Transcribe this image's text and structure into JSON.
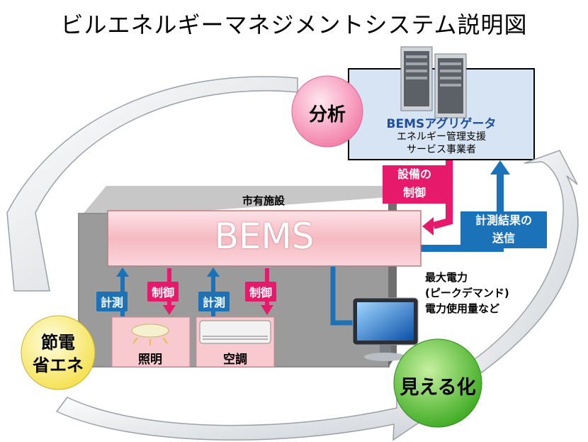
{
  "title": "ビルエネルギーマネジメントシステム説明図",
  "facility": {
    "label": "市有施設"
  },
  "bems": {
    "label": "BEMS"
  },
  "aggregator": {
    "name": "BEMSアグリゲータ",
    "desc_line1": "エネルギー管理支援",
    "desc_line2": "サービス事業者"
  },
  "circles": {
    "analysis": "分析",
    "saving_line1": "節電",
    "saving_line2": "省エネ",
    "visualize": "見える化"
  },
  "arrows": {
    "control_line1": "設備の",
    "control_line2": "制御",
    "send_line1": "計測結果の",
    "send_line2": "送信"
  },
  "devices": {
    "lighting": {
      "label": "照明",
      "measure": "計測",
      "control": "制御"
    },
    "aircon": {
      "label": "空調",
      "measure": "計測",
      "control": "制御"
    }
  },
  "data_note": {
    "line1": "最大電力",
    "line2": "(ピークデマンド)",
    "line3": "電力使用量など"
  },
  "colors": {
    "control": "#e6196a",
    "measure": "#1b72b8",
    "facility_gray": "#9a9a9a",
    "bems_pink": "#f7c9cf",
    "aggregator_blue": "#d6e4f3"
  }
}
